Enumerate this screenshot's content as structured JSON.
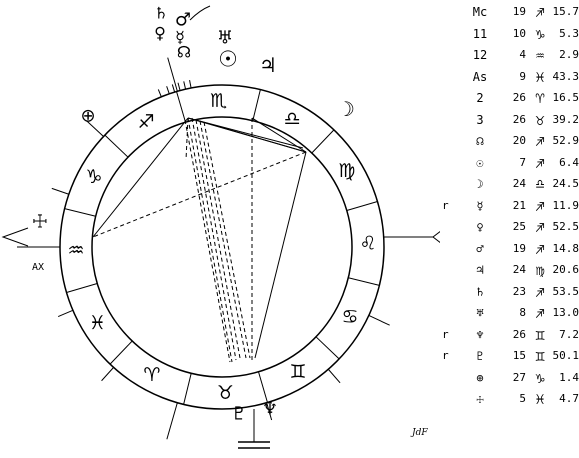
{
  "chart_wheel": {
    "signs": [
      {
        "name": "sagittarius",
        "glyph": "♐",
        "angle": 121.3
      },
      {
        "name": "capricorn",
        "glyph": "♑",
        "angle": 151.3
      },
      {
        "name": "aquarius",
        "glyph": "♒",
        "angle": 181.3
      },
      {
        "name": "pisces",
        "glyph": "♓",
        "angle": 211.3
      },
      {
        "name": "aries",
        "glyph": "♈",
        "angle": 241.3
      },
      {
        "name": "taurus",
        "glyph": "♉",
        "angle": 271.3
      },
      {
        "name": "gemini",
        "glyph": "♊",
        "angle": 301.3
      },
      {
        "name": "cancer",
        "glyph": "♋",
        "angle": 331.3
      },
      {
        "name": "leo",
        "glyph": "♌",
        "angle": 1.3
      },
      {
        "name": "virgo",
        "glyph": "♍",
        "angle": 31.3
      },
      {
        "name": "libra",
        "glyph": "♎",
        "angle": 61.3
      },
      {
        "name": "scorpio",
        "glyph": "♏",
        "angle": 91.3
      }
    ],
    "outer_planets": [
      {
        "name": "saturn",
        "glyph": "♄"
      },
      {
        "name": "mars",
        "glyph": "♂"
      },
      {
        "name": "venus",
        "glyph": "♀"
      },
      {
        "name": "north-node",
        "glyph": "☊"
      },
      {
        "name": "mercury",
        "glyph": "☿"
      },
      {
        "name": "uranus",
        "glyph": "♅"
      },
      {
        "name": "sun",
        "glyph": "☉"
      },
      {
        "name": "jupiter",
        "glyph": "♃"
      },
      {
        "name": "moon",
        "glyph": "☽"
      },
      {
        "name": "neptune",
        "glyph": "♆"
      },
      {
        "name": "pluto",
        "glyph": "♇"
      },
      {
        "name": "ascendant-symbol",
        "glyph": "☩"
      },
      {
        "name": "part-of-fortune",
        "glyph": "⊕"
      }
    ],
    "ax_label": "AX",
    "signature": "JdF"
  },
  "positions": [
    {
      "retro": "",
      "label": "Mc",
      "deg": "19",
      "sign": "♐",
      "min": "15.7"
    },
    {
      "retro": "",
      "label": "11",
      "deg": "10",
      "sign": "♑",
      "min": "5.3"
    },
    {
      "retro": "",
      "label": "12",
      "deg": "4",
      "sign": "♒",
      "min": "2.9"
    },
    {
      "retro": "",
      "label": "As",
      "deg": "9",
      "sign": "♓",
      "min": "43.3"
    },
    {
      "retro": "",
      "label": "2",
      "deg": "26",
      "sign": "♈",
      "min": "16.5"
    },
    {
      "retro": "",
      "label": "3",
      "deg": "26",
      "sign": "♉",
      "min": "39.2"
    },
    {
      "retro": "",
      "label": "☊",
      "deg": "20",
      "sign": "♐",
      "min": "52.9"
    },
    {
      "retro": "",
      "label": "☉",
      "deg": "7",
      "sign": "♐",
      "min": "6.4"
    },
    {
      "retro": "",
      "label": "☽",
      "deg": "24",
      "sign": "♎",
      "min": "24.5"
    },
    {
      "retro": "r",
      "label": "☿",
      "deg": "21",
      "sign": "♐",
      "min": "11.9"
    },
    {
      "retro": "",
      "label": "♀",
      "deg": "25",
      "sign": "♐",
      "min": "52.5"
    },
    {
      "retro": "",
      "label": "♂",
      "deg": "19",
      "sign": "♐",
      "min": "14.8"
    },
    {
      "retro": "",
      "label": "♃",
      "deg": "24",
      "sign": "♍",
      "min": "20.6"
    },
    {
      "retro": "",
      "label": "♄",
      "deg": "23",
      "sign": "♐",
      "min": "53.5"
    },
    {
      "retro": "",
      "label": "♅",
      "deg": "8",
      "sign": "♐",
      "min": "13.0"
    },
    {
      "retro": "r",
      "label": "♆",
      "deg": "26",
      "sign": "♊",
      "min": "7.2"
    },
    {
      "retro": "r",
      "label": "♇",
      "deg": "15",
      "sign": "♊",
      "min": "50.1"
    },
    {
      "retro": "",
      "label": "⊕",
      "deg": "27",
      "sign": "♑",
      "min": "1.4"
    },
    {
      "retro": "",
      "label": "☩",
      "deg": "5",
      "sign": "♓",
      "min": "4.7"
    }
  ]
}
